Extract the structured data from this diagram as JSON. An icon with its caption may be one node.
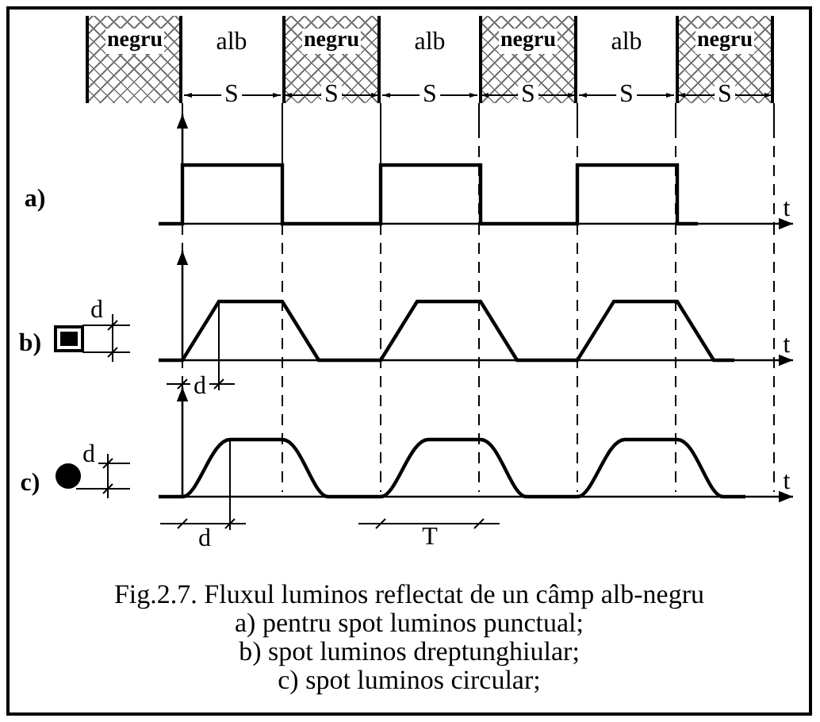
{
  "diagram": {
    "caption": "Fig.2.7. Fluxul luminos reflectat de un câmp alb-negru",
    "labels": [
      "negru",
      "alb",
      "negru",
      "alb",
      "negru",
      "alb",
      "negru",
      "S",
      "S",
      "S",
      "S",
      "S",
      "S",
      "a)",
      "t",
      "d",
      "b)",
      "t",
      "d",
      "d",
      "c)",
      "t",
      "d",
      "T",
      "a) pentru spot luminos punctual;",
      "b) spot luminos dreptunghiular;",
      "c) spot luminos circular;"
    ]
  }
}
